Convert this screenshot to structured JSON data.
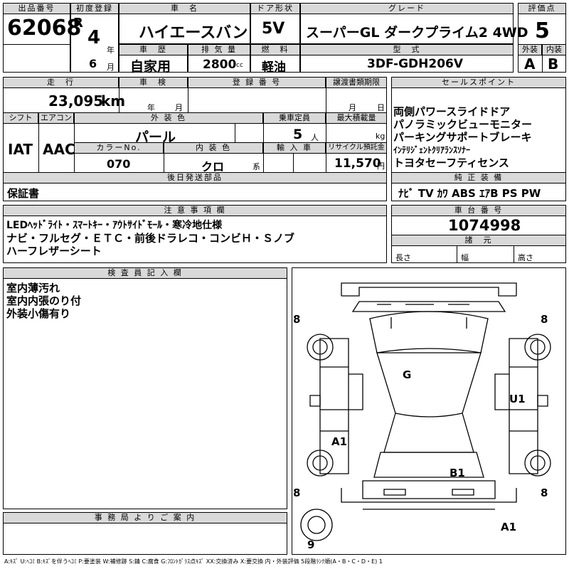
{
  "header": {
    "lot_label": "出品番号",
    "lot_value": "62068",
    "reg_label": "初度登録",
    "era": "R",
    "year": "4",
    "year_unit": "年",
    "month": "6",
    "month_unit": "月",
    "name_label": "車　名",
    "name_value": "ハイエースバン",
    "door_label": "ドア形状",
    "door_value": "5V",
    "grade_label": "グレード",
    "grade_value": "スーパーGL ダークプライム2 4WD",
    "score_label": "評価点",
    "score_value": "5",
    "history_label": "車　歴",
    "history_value": "自家用",
    "displacement_label": "排 気 量",
    "displacement_value": "2800",
    "displacement_unit": "cc",
    "fuel_label": "燃　料",
    "fuel_value": "軽油",
    "model_label": "型　式",
    "model_value": "3DF-GDH206V",
    "exterior_label": "外装",
    "exterior_value": "A",
    "interior_label": "内装",
    "interior_value": "B"
  },
  "row2": {
    "mileage_label": "走　行",
    "mileage_value": "23,095",
    "mileage_unit": "km",
    "inspection_label": "車　検",
    "inspection_year_unit": "年",
    "inspection_month_unit": "月",
    "plate_label": "登 録 番 号",
    "transfer_label": "譲渡書類期限",
    "transfer_month_unit": "月",
    "transfer_day_unit": "日",
    "sales_label": "セールスポイント",
    "sales_points": [
      "両側パワースライドドア",
      "パノラミックビューモニター",
      "パーキングサポートブレーキ",
      "ｲﾝﾃﾘｼﾞｪﾝﾄｸﾘｱﾗﾝｽｿﾅｰ",
      "トヨタセーフティセンス"
    ],
    "shift_label": "シフト",
    "shift_value": "IAT",
    "aircon_label": "エアコン",
    "aircon_value": "AAC",
    "color_label": "外 装 色",
    "color_value": "パール",
    "capacity_label": "乗車定員",
    "capacity_value": "5",
    "capacity_unit": "人",
    "load_label": "最大積載量",
    "load_unit": "kg",
    "color_no_label": "カラーNo.",
    "color_no_value": "070",
    "int_color_label": "内 装 色",
    "int_color_value": "クロ",
    "int_color_unit": "系",
    "import_label": "輸 入 車",
    "recycle_label": "リサイクル預託金",
    "recycle_value": "11,570",
    "recycle_unit": "円",
    "later_label": "後日発送部品",
    "later_value": "保証書",
    "equip_label": "純 正 装 備",
    "equip_value": "ﾅﾋﾞ  TV  ｶﾜ  ABS  ｴｱB  PS  PW"
  },
  "notes": {
    "label": "注 意 事 項 欄",
    "lines": [
      "LEDﾍｯﾄﾞﾗｲﾄ・ｽﾏｰﾄｷｰ・ｱｳﾄｻｲﾄﾞﾓｰﾙ・寒冷地仕様",
      "ナビ・フルセグ・ＥＴＣ・前後ドラレコ・コンビＨ・Ｓノブ",
      "ハーフレザーシート"
    ]
  },
  "chassis": {
    "label": "車 台 番 号",
    "value": "1074998",
    "dims_label": "諸　元",
    "length_label": "長さ",
    "width_label": "幅",
    "height_label": "高さ"
  },
  "inspector": {
    "label": "検 査 員 記 入 欄",
    "lines": [
      "室内薄汚れ",
      "室内内張のり付",
      "外装小傷有り"
    ]
  },
  "office": {
    "label": "事 務 局 よ り ご 案 内"
  },
  "diagram": {
    "tire_fl": "8",
    "tire_fr": "8",
    "tire_rl": "8",
    "tire_rr": "8",
    "tire_spare": "9",
    "mark_g": "G",
    "mark_u1": "U1",
    "mark_a1_left": "A1",
    "mark_b1": "B1",
    "mark_a1_rear": "A1"
  },
  "legend": "A:ｷｽﾞ  U:ﾍｺﾐ  B:ｷｽﾞを伴うﾍｺﾐ  P:要塗装  W:補修跡  S:錆  C:腐食  G:ﾌﾛﾝﾄｶﾞﾗｽ点ｷｽﾞ  XX:交換済み  X:要交換   内・外装評価  5段階ﾗﾝｸ順(A・B・C・D・E) 1"
}
